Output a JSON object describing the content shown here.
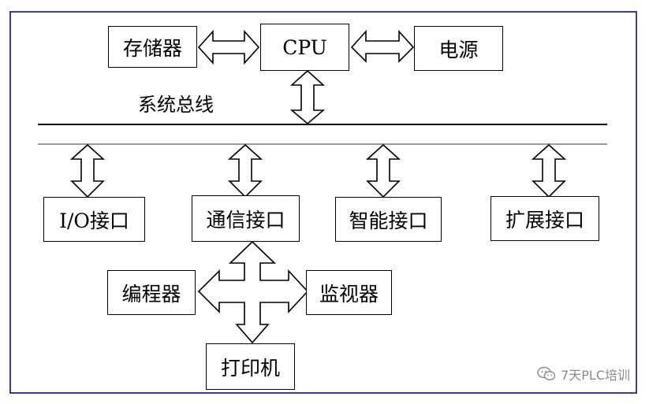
{
  "nodes": {
    "memory": "存储器",
    "cpu": "CPU",
    "power": "电源",
    "bus": "系统总线",
    "io": "I/O接口",
    "comm": "通信接口",
    "smart": "智能接口",
    "ext": "扩展接口",
    "programmer": "编程器",
    "monitor": "监视器",
    "printer": "打印机"
  },
  "watermark": {
    "text": "7天PLC培训",
    "icon": "wechat-icon"
  },
  "colors": {
    "frame": "#3a3d8f",
    "bus_bottom": "#7a7a7a",
    "watermark": "#8a8a8a"
  }
}
